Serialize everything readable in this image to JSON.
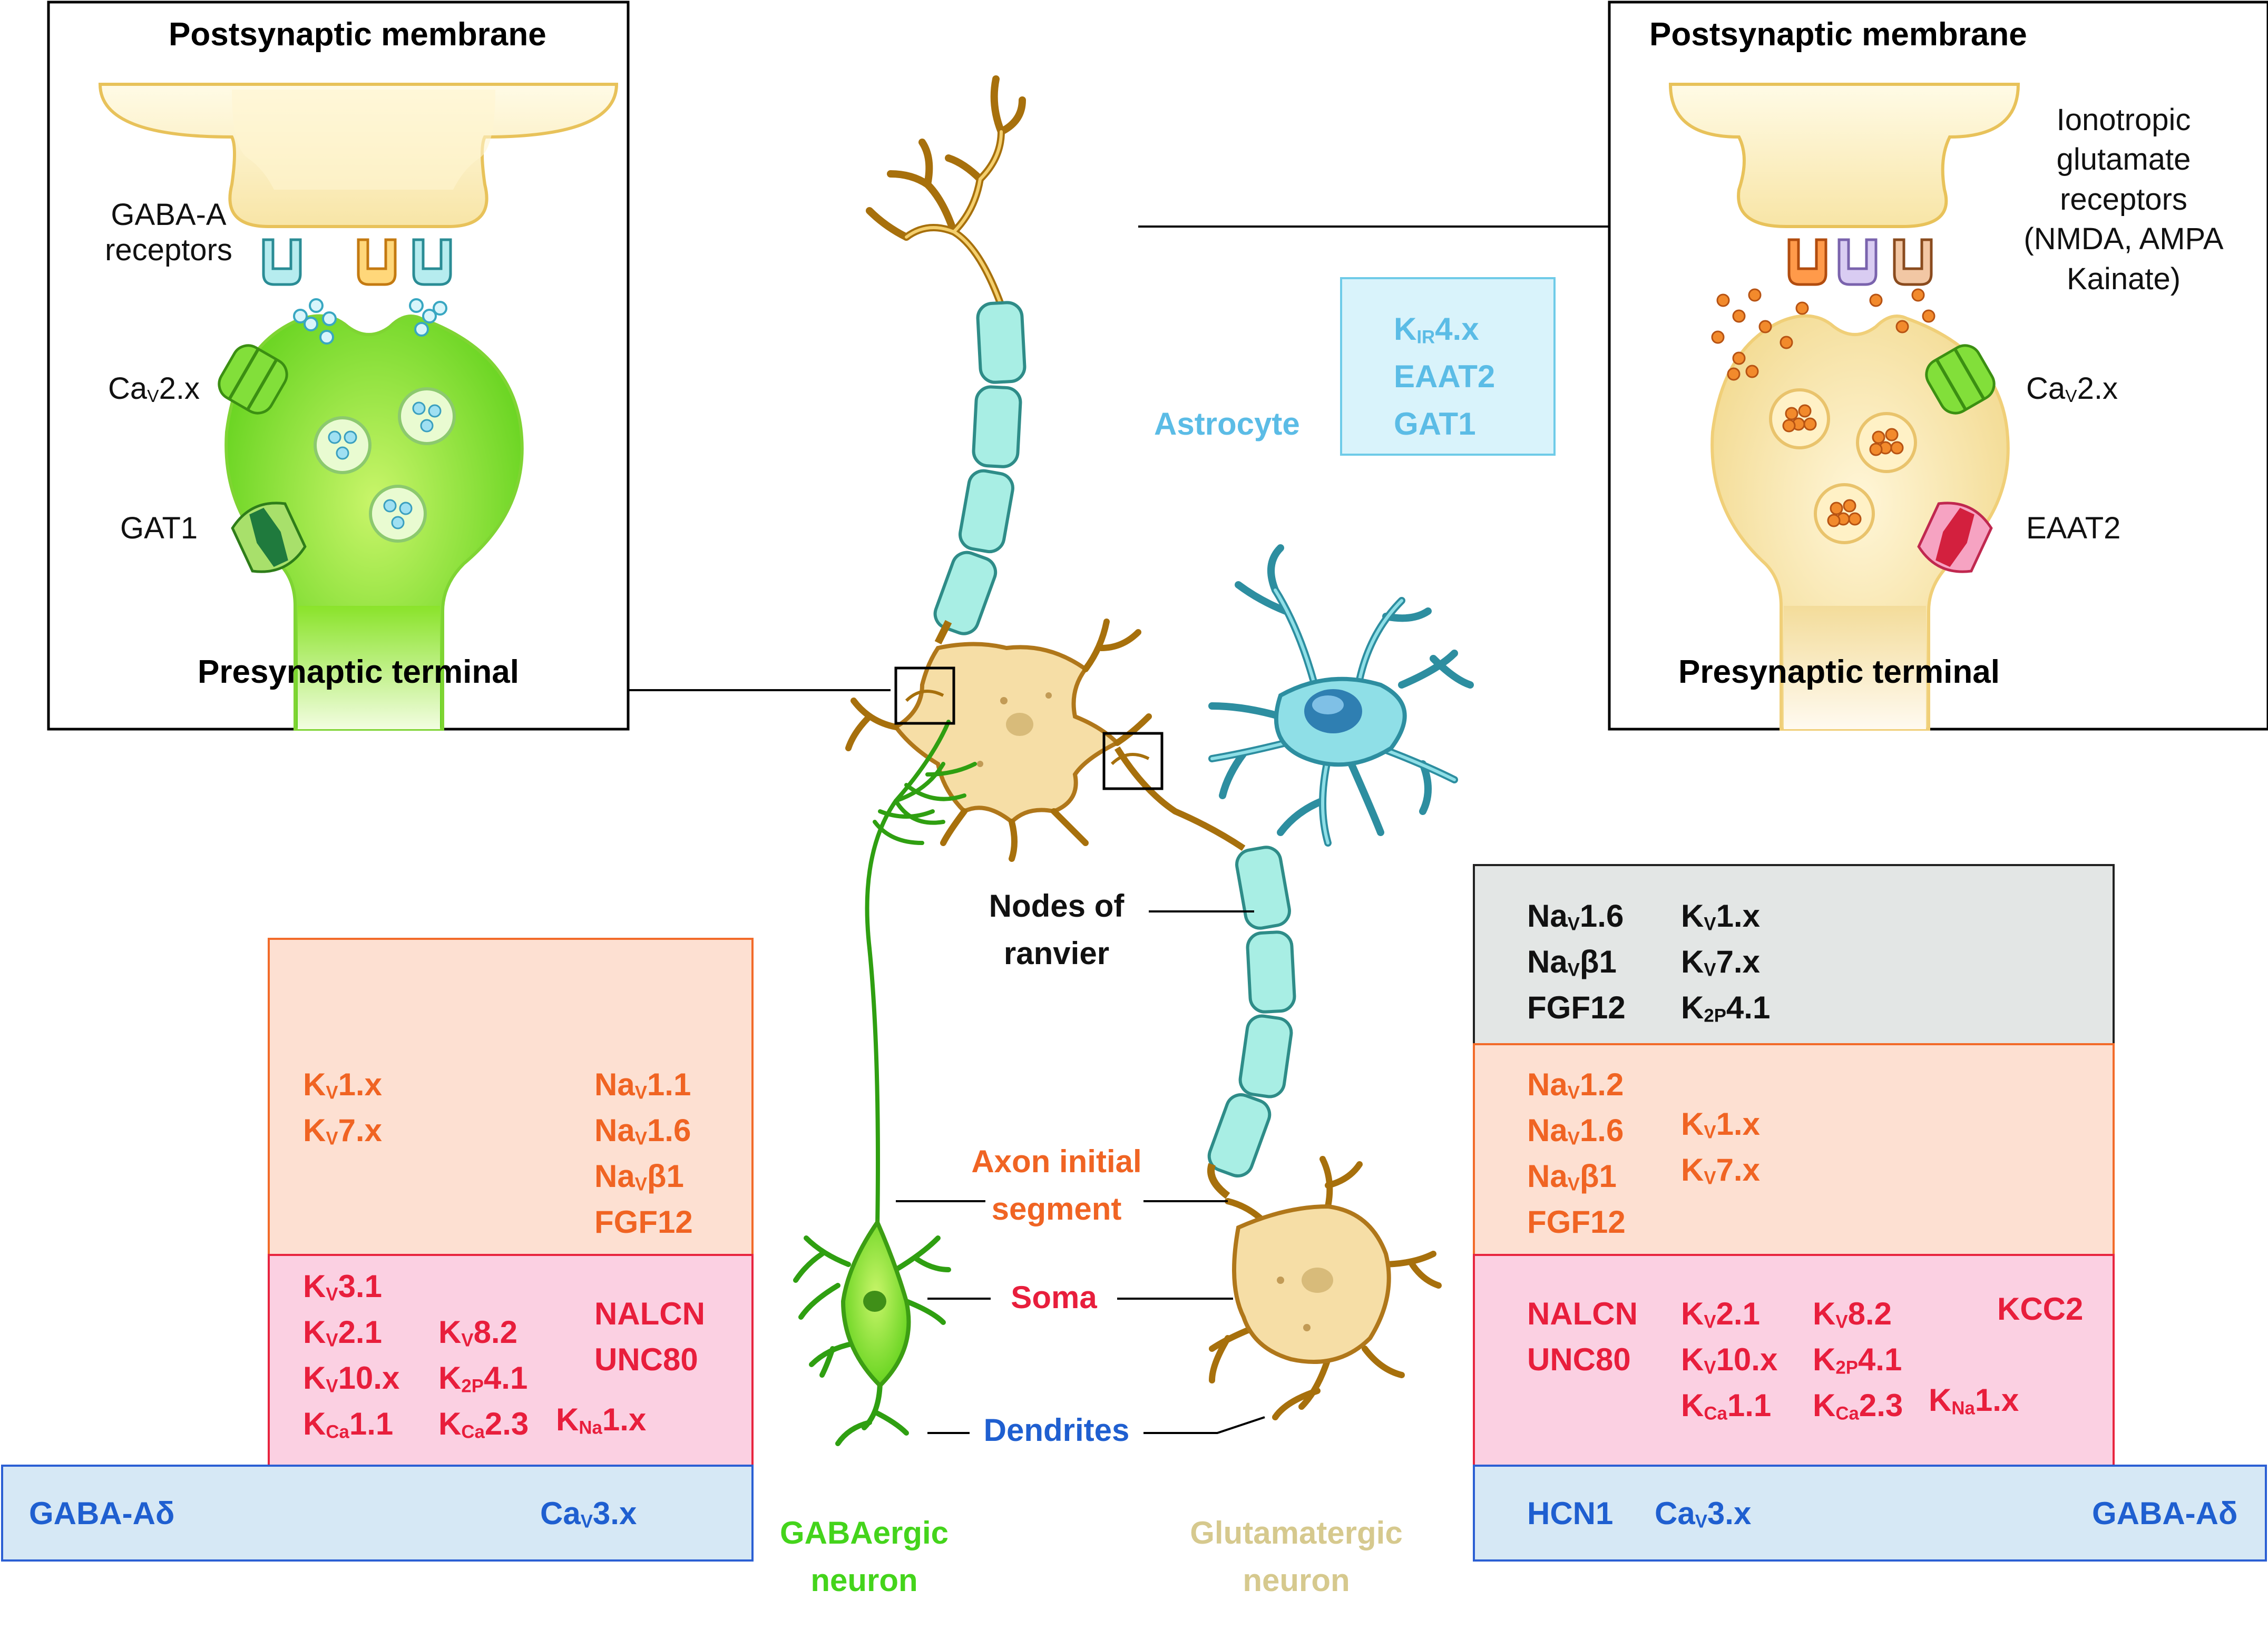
{
  "gaba_inset": {
    "title": "Postsynaptic membrane",
    "receptor_label": [
      "GABA-A",
      "receptors"
    ],
    "cav": {
      "main": "Ca",
      "sub": "V",
      "rest": "2.x"
    },
    "transporter": "GAT1",
    "bottom": "Presynaptic terminal"
  },
  "glu_inset": {
    "title": "Postsynaptic membrane",
    "receptor_label": [
      "Ionotropic",
      "glutamate",
      "receptors",
      "(NMDA, AMPA",
      "Kainate)"
    ],
    "cav": {
      "main": "Ca",
      "sub": "V",
      "rest": "2.x"
    },
    "transporter": "EAAT2",
    "bottom": "Presynaptic terminal"
  },
  "astrocyte": {
    "label": "Astrocyte",
    "channels": [
      {
        "main": "K",
        "sub": "IR",
        "rest": "4.x"
      },
      {
        "main": "EAAT2",
        "sub": "",
        "rest": ""
      },
      {
        "main": "GAT1",
        "sub": "",
        "rest": ""
      }
    ]
  },
  "center_labels": {
    "nodes": [
      "Nodes of",
      "ranvier"
    ],
    "ais": [
      "Axon initial",
      "segment"
    ],
    "soma": "Soma",
    "dendrites": "Dendrites",
    "gaba_neuron": [
      "GABAergic",
      "neuron"
    ],
    "glu_neuron": [
      "Glutamatergic",
      "neuron"
    ]
  },
  "left_panel": {
    "ais_col1": [
      {
        "main": "K",
        "sub": "V",
        "rest": "1.x"
      },
      {
        "main": "K",
        "sub": "V",
        "rest": "7.x"
      }
    ],
    "ais_col2": [
      {
        "main": "Na",
        "sub": "V",
        "rest": "1.1"
      },
      {
        "main": "Na",
        "sub": "V",
        "rest": "1.6"
      },
      {
        "main": "Na",
        "sub": "V",
        "rest": "β1"
      },
      {
        "main": "FGF12",
        "sub": "",
        "rest": ""
      }
    ],
    "soma_col1": [
      {
        "main": "K",
        "sub": "V",
        "rest": "3.1"
      },
      {
        "main": "K",
        "sub": "V",
        "rest": "2.1"
      },
      {
        "main": "K",
        "sub": "V",
        "rest": "10.x"
      },
      {
        "main": "K",
        "sub": "Ca",
        "rest": "1.1"
      }
    ],
    "soma_col2": [
      {
        "main": "K",
        "sub": "V",
        "rest": "8.2"
      },
      {
        "main": "K",
        "sub": "2P",
        "rest": "4.1"
      },
      {
        "main": "K",
        "sub": "Ca",
        "rest": "2.3"
      }
    ],
    "soma_col3": [
      {
        "main": "NALCN",
        "sub": "",
        "rest": ""
      },
      {
        "main": "UNC80",
        "sub": "",
        "rest": ""
      }
    ],
    "soma_kna": {
      "main": "K",
      "sub": "Na",
      "rest": "1.x"
    },
    "dend_left": "GABA-Aδ",
    "dend_right": {
      "main": "Ca",
      "sub": "V",
      "rest": "3.x"
    }
  },
  "right_panel": {
    "nodes_col1": [
      {
        "main": "Na",
        "sub": "V",
        "rest": "1.6"
      },
      {
        "main": "Na",
        "sub": "V",
        "rest": "β1"
      },
      {
        "main": "FGF12",
        "sub": "",
        "rest": ""
      }
    ],
    "nodes_col2": [
      {
        "main": "K",
        "sub": "V",
        "rest": "1.x"
      },
      {
        "main": "K",
        "sub": "V",
        "rest": "7.x"
      },
      {
        "main": "K",
        "sub": "2P",
        "rest": "4.1"
      }
    ],
    "ais_col1": [
      {
        "main": "Na",
        "sub": "V",
        "rest": "1.2"
      },
      {
        "main": "Na",
        "sub": "V",
        "rest": "1.6"
      },
      {
        "main": "Na",
        "sub": "V",
        "rest": "β1"
      },
      {
        "main": "FGF12",
        "sub": "",
        "rest": ""
      }
    ],
    "ais_col2": [
      {
        "main": "K",
        "sub": "V",
        "rest": "1.x"
      },
      {
        "main": "K",
        "sub": "V",
        "rest": "7.x"
      }
    ],
    "soma_col1": [
      {
        "main": "NALCN",
        "sub": "",
        "rest": ""
      },
      {
        "main": "UNC80",
        "sub": "",
        "rest": ""
      }
    ],
    "soma_col2": [
      {
        "main": "K",
        "sub": "V",
        "rest": "2.1"
      },
      {
        "main": "K",
        "sub": "V",
        "rest": "10.x"
      },
      {
        "main": "K",
        "sub": "Ca",
        "rest": "1.1"
      }
    ],
    "soma_col3": [
      {
        "main": "K",
        "sub": "V",
        "rest": "8.2"
      },
      {
        "main": "K",
        "sub": "2P",
        "rest": "4.1"
      },
      {
        "main": "K",
        "sub": "Ca",
        "rest": "2.3"
      }
    ],
    "soma_col4": [
      {
        "main": "KCC2",
        "sub": "",
        "rest": ""
      }
    ],
    "soma_kna": {
      "main": "K",
      "sub": "Na",
      "rest": "1.x"
    },
    "dend_a": "HCN1",
    "dend_b": {
      "main": "Ca",
      "sub": "V",
      "rest": "3.x"
    },
    "dend_c": "GABA-Aδ"
  },
  "colors": {
    "ais_fill": "#fde0d2",
    "ais_stroke": "#f26b2a",
    "soma_fill": "#fbd0e2",
    "soma_stroke": "#e8253f",
    "dend_fill": "#d6e8f5",
    "dend_stroke": "#2b5fd3",
    "nodes_fill": "#e3e6e5",
    "myelin": "#a8eee4",
    "gaba_green": "#6bdc1e",
    "glu_tan": "#f2d79a",
    "astro_blue": "#78d4e0"
  }
}
